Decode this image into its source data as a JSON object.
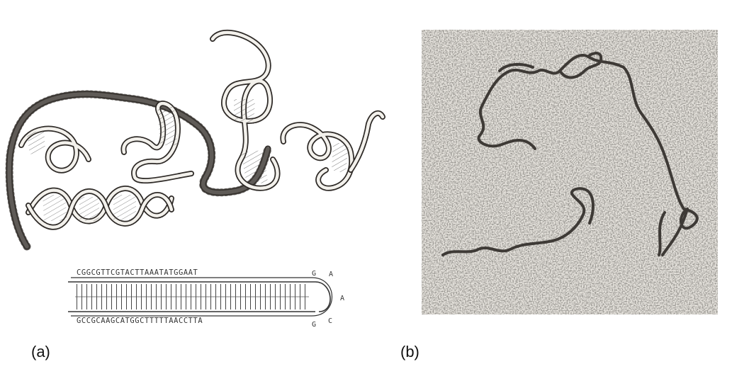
{
  "panels": {
    "a": {
      "label": "(a)",
      "hairpin": {
        "top_strand": "CGGCGTTCGTACTTAAATATGGAAT",
        "bottom_strand": "GCCGCAAGCATGGCTTTTTAACCTTA",
        "loop_top": "G",
        "loop_right": [
          "A",
          "A",
          "C"
        ],
        "loop_bottom": "G"
      }
    },
    "b": {
      "label": "(b)"
    }
  },
  "colors": {
    "ink": "#333333",
    "micrograph_bg": "#e9e6e0",
    "micrograph_dot": "#4a4743",
    "dna_strand": "#3e3a36"
  }
}
